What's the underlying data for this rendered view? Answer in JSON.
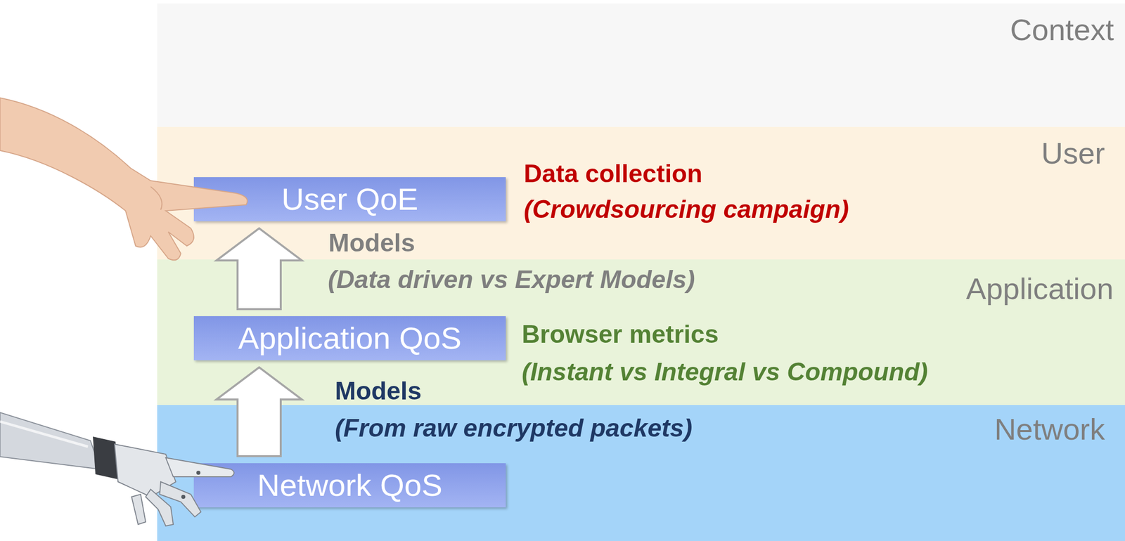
{
  "diagram": {
    "nodes": [
      {
        "text": [
          "Context"
        ]
      },
      {
        "text": [
          "User"
        ]
      },
      {
        "text": [
          "User QoE"
        ],
        "in": 1
      },
      {
        "text": [
          "Application"
        ]
      },
      {
        "text": [
          "Application QoS"
        ],
        "in": 3
      },
      {
        "text": [
          "Network"
        ]
      },
      {
        "text": [
          "Network QoS"
        ],
        "in": 5
      }
    ],
    "edges": [
      {
        "from": 4,
        "to": 2,
        "arrow": "to"
      },
      {
        "from": 6,
        "to": 4,
        "arrow": "to"
      }
    ],
    "labels": [
      "Data collection",
      "(Crowdsourcing campaign)",
      "Models",
      "(Data driven vs Expert Models)",
      "Browser metrics",
      "(Instant vs Integral vs Compound)",
      "Models",
      "(From raw encrypted packets)"
    ]
  }
}
